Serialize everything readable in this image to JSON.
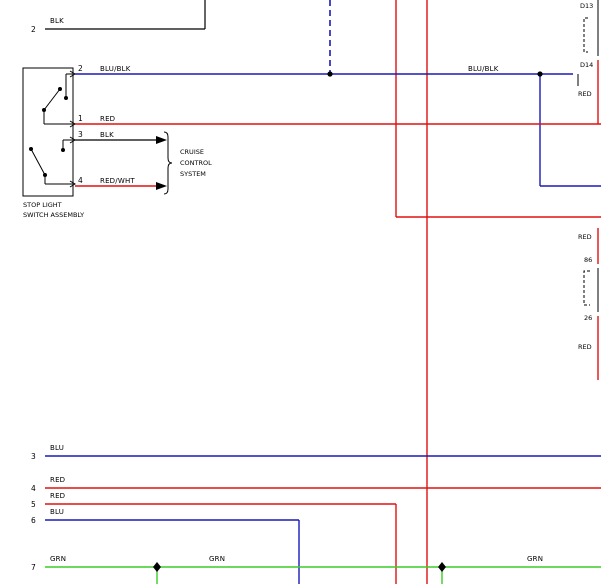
{
  "colors": {
    "blue": "#1a1ab8",
    "red": "#e01010",
    "green": "#3ccc28",
    "black": "#000000"
  },
  "top": {
    "pin2_num": "2",
    "pin2_wire": "BLK"
  },
  "switch": {
    "label_line1": "STOP LIGHT",
    "label_line2": "SWITCH ASSEMBLY",
    "pins": [
      {
        "num": "2",
        "wire": "BLU/BLK"
      },
      {
        "num": "1",
        "wire": "RED"
      },
      {
        "num": "3",
        "wire": "BLK"
      },
      {
        "num": "4",
        "wire": "RED/WHT"
      }
    ]
  },
  "cruise": {
    "line1": "CRUISE",
    "line2": "CONTROL",
    "line3": "SYSTEM"
  },
  "splice_label": "BLU/BLK",
  "right_connectors": {
    "d13": "D13",
    "d14": "D14",
    "red_a": "RED",
    "red_b": "RED",
    "pin86": "86",
    "pin26": "26",
    "red_c": "RED"
  },
  "bottom_wires": [
    {
      "num": "3",
      "wire": "BLU"
    },
    {
      "num": "4",
      "wire": "RED"
    },
    {
      "num": "5",
      "wire": "RED"
    },
    {
      "num": "6",
      "wire": "BLU"
    },
    {
      "num": "7",
      "wire": "GRN"
    }
  ],
  "grn_mid": "GRN",
  "grn_right": "GRN"
}
